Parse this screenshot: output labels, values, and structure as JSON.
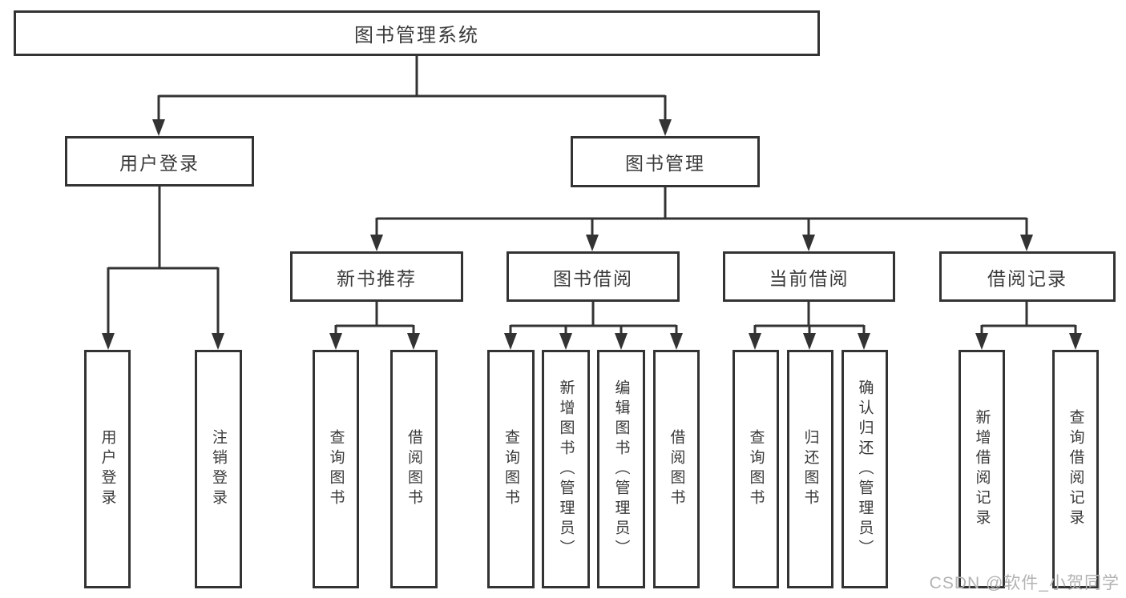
{
  "diagram_type": "hierarchy",
  "root": {
    "label": "图书管理系统",
    "children": [
      {
        "label": "用户登录",
        "children": [
          {
            "label": "用户登录"
          },
          {
            "label": "注销登录"
          }
        ]
      },
      {
        "label": "图书管理",
        "children": [
          {
            "label": "新书推荐",
            "children": [
              {
                "label": "查询图书"
              },
              {
                "label": "借阅图书"
              }
            ]
          },
          {
            "label": "图书借阅",
            "children": [
              {
                "label": "查询图书"
              },
              {
                "label": "新增图书（管理员）"
              },
              {
                "label": "编辑图书（管理员）"
              },
              {
                "label": "借阅图书"
              }
            ]
          },
          {
            "label": "当前借阅",
            "children": [
              {
                "label": "查询图书"
              },
              {
                "label": "归还图书"
              },
              {
                "label": "确认归还（管理员）"
              }
            ]
          },
          {
            "label": "借阅记录",
            "children": [
              {
                "label": "新增借阅记录"
              },
              {
                "label": "查询借阅记录"
              }
            ]
          }
        ]
      }
    ]
  },
  "watermark": "CSDN @软件_小贺同学",
  "colors": {
    "line": "#333333",
    "text": "#3a3a3a",
    "watermark": "#b3b3b3",
    "background": "#ffffff"
  }
}
